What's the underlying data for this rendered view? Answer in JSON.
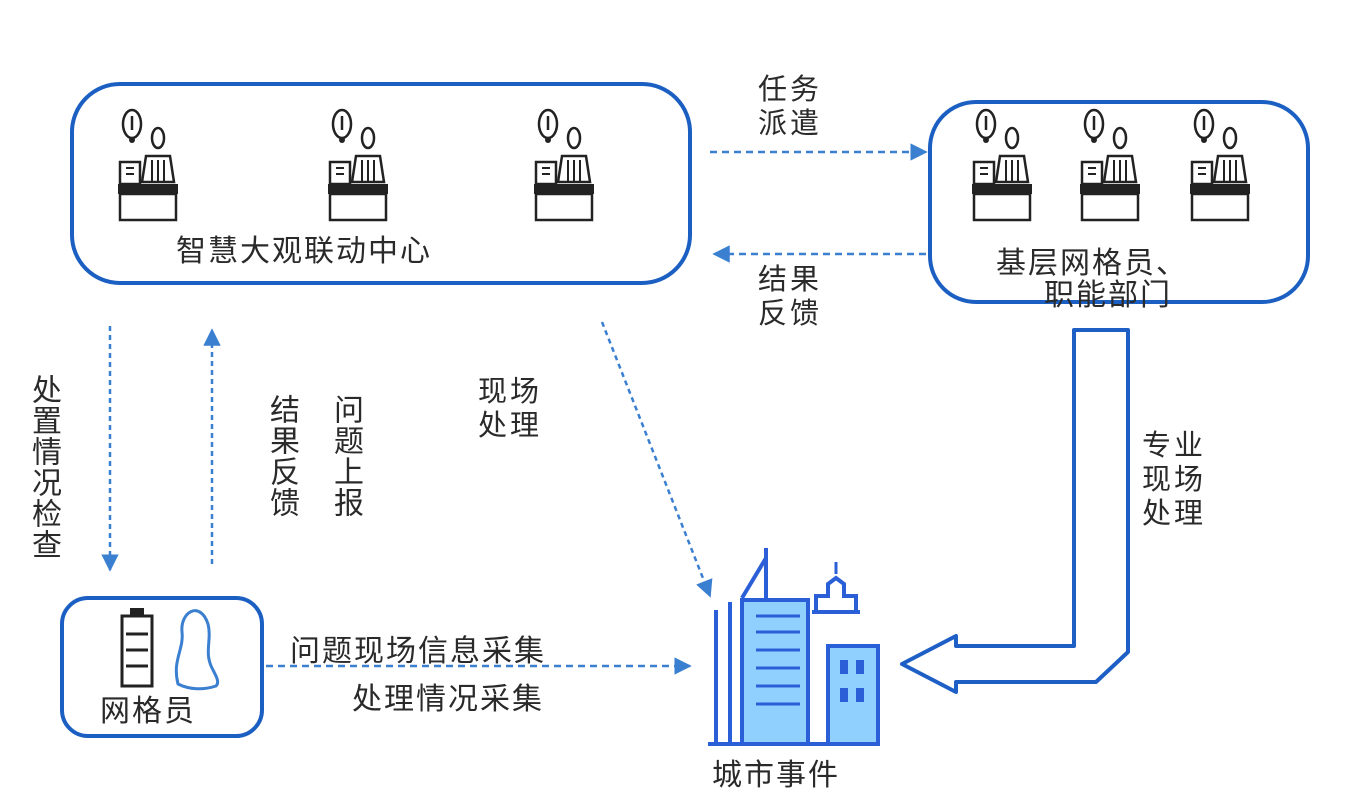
{
  "nodes": {
    "center": {
      "label": "智慧大观联动中心"
    },
    "grassroots": {
      "label_line1": "基层网格员、",
      "label_line2": "职能部门"
    },
    "gridman": {
      "label": "网格员"
    },
    "city": {
      "label": "城市事件"
    }
  },
  "edges": {
    "dispatch": "任务\n派遣",
    "feedback": "结果\n反馈",
    "check": "处置情况检查",
    "result_feedback": "结果反馈",
    "report": "问题上报",
    "onsite": "现场\n处理",
    "professional": "专业\n现场\n处理",
    "collect_info": "问题现场信息采集",
    "collect_status": "处理情况采集"
  },
  "colors": {
    "box_border": "#1c5fc2",
    "arrow": "#3a7fd0",
    "big_arrow": "#1e5fc6",
    "building": "#2b5fd8",
    "building_fill": "#8fd0ff",
    "person": "#222222"
  }
}
